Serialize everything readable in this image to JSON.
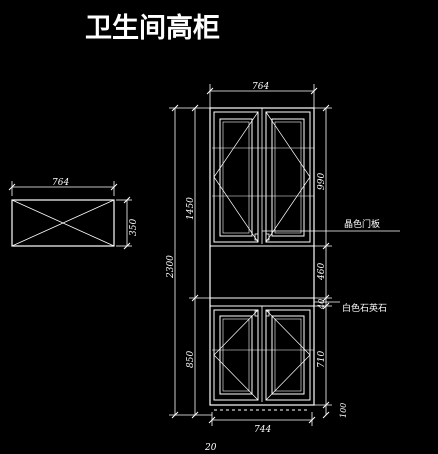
{
  "title": "卫生间高柜",
  "plan_view": {
    "width_dim": "764",
    "depth_dim": "350"
  },
  "elevation": {
    "top_width_dim": "764",
    "bottom_width_dim": "744",
    "overall_height_dim": "2300",
    "upper_section_dim": "1450",
    "lower_section_dim": "850",
    "upper_door_dim": "990",
    "middle_open_dim": "460",
    "counter_dim": "40",
    "lower_door_dim": "710",
    "base_dim": "100",
    "bottom_note": "20",
    "door_label": "晶色门板",
    "counter_label": "白色石英石"
  }
}
